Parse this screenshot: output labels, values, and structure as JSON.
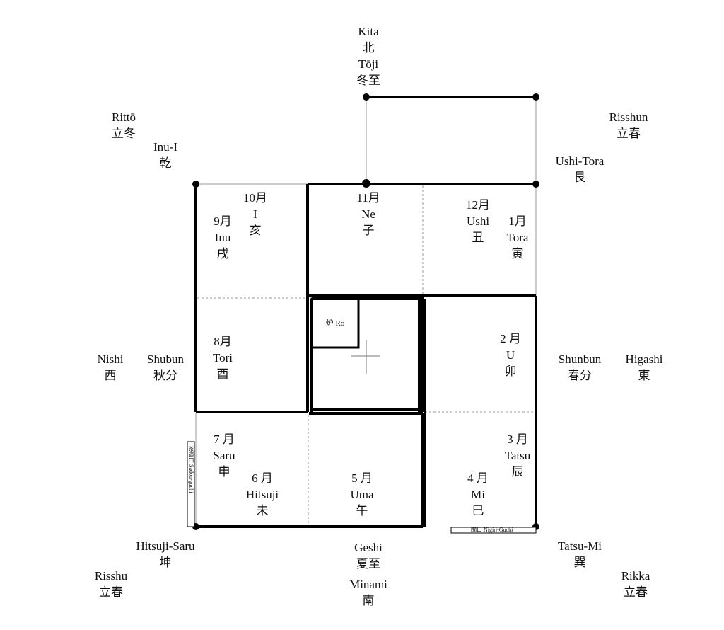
{
  "compass": {
    "kita": {
      "roman": "Kita",
      "kanji": "北",
      "season_roman": "Tōji",
      "season_kanji": "冬至"
    },
    "ritto": {
      "roman": "Rittō",
      "kanji": "立冬"
    },
    "inu_i": {
      "roman": "Inu-I",
      "kanji": "乾"
    },
    "risshun": {
      "roman": "Risshun",
      "kanji": "立春"
    },
    "ushi_tora": {
      "roman": "Ushi-Tora",
      "kanji": "艮"
    },
    "nishi": {
      "roman": "Nishi",
      "kanji": "西"
    },
    "shubun": {
      "roman": "Shubun",
      "kanji": "秋分"
    },
    "shunbun": {
      "roman": "Shunbun",
      "kanji": "春分"
    },
    "higashi": {
      "roman": "Higashi",
      "kanji": "東"
    },
    "hitsuji_saru": {
      "roman": "Hitsuji-Saru",
      "kanji": "坤"
    },
    "risshu": {
      "roman": "Risshu",
      "kanji": "立春"
    },
    "geshi": {
      "roman": "Geshi",
      "kanji": "夏至"
    },
    "minami": {
      "roman": "Minami",
      "kanji": "南"
    },
    "tatsu_mi": {
      "roman": "Tatsu-Mi",
      "kanji": "巽"
    },
    "rikka": {
      "roman": "Rikka",
      "kanji": "立春"
    }
  },
  "months": {
    "m10": {
      "month": "10月",
      "roman": "I",
      "kanji": "亥"
    },
    "m9": {
      "month": "9月",
      "roman": "Inu",
      "kanji": "戌"
    },
    "m11": {
      "month": "11月",
      "roman": "Ne",
      "kanji": "子"
    },
    "m12": {
      "month": "12月",
      "roman": "Ushi",
      "kanji": "丑"
    },
    "m1": {
      "month": "1月",
      "roman": "Tora",
      "kanji": "寅"
    },
    "m8": {
      "month": "8月",
      "roman": "Tori",
      "kanji": "酉"
    },
    "m2": {
      "month": "2 月",
      "roman": "U",
      "kanji": "卯"
    },
    "m7": {
      "month": "7 月",
      "roman": "Saru",
      "kanji": "申"
    },
    "m6": {
      "month": "6 月",
      "roman": "Hitsuji",
      "kanji": "未"
    },
    "m5": {
      "month": "5 月",
      "roman": "Uma",
      "kanji": "午"
    },
    "m3": {
      "month": "3 月",
      "roman": "Tatsu",
      "kanji": "辰"
    },
    "m4": {
      "month": "4 月",
      "roman": "Mi",
      "kanji": "巳"
    }
  },
  "ro": {
    "label": "炉 Ro"
  },
  "entrances": {
    "sadou_guchi": "茶道口  Sadou-guchi",
    "nigiri_guchi": "躙口  Nigiri-Guchi"
  }
}
